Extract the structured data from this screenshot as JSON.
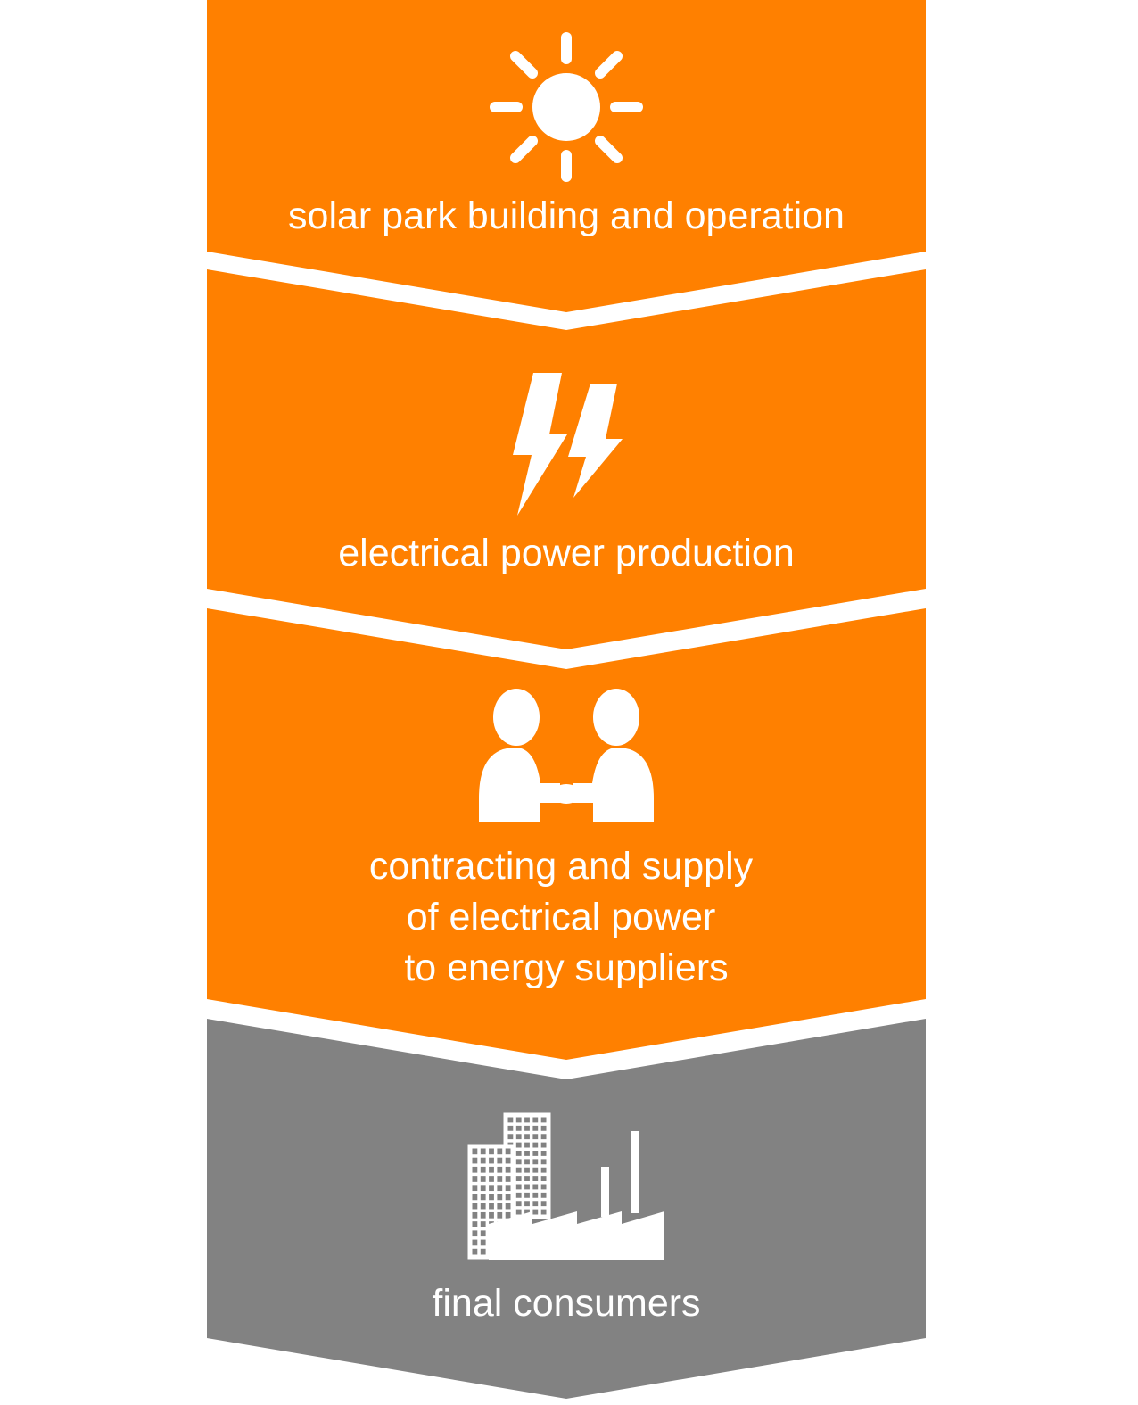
{
  "colors": {
    "primary": "#FF8000",
    "final": "#828282",
    "icon": "#ffffff",
    "background": "#ffffff"
  },
  "steps": [
    {
      "icon": "sun-icon",
      "lines": [
        "solar park building and operation"
      ]
    },
    {
      "icon": "lightning-icon",
      "lines": [
        "electrical power production"
      ]
    },
    {
      "icon": "handshake-icon",
      "lines": [
        "contracting and supply",
        "of electrical power",
        "to energy suppliers"
      ]
    },
    {
      "icon": "city-factory-icon",
      "lines": [
        "final consumers"
      ]
    }
  ]
}
